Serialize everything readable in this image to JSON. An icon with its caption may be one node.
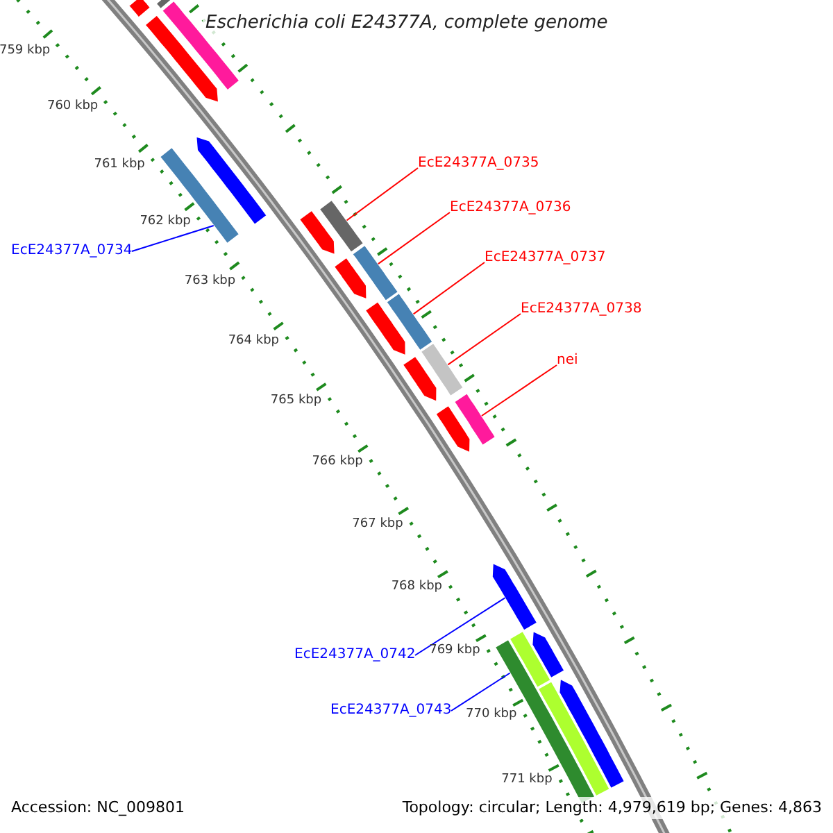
{
  "diagram": {
    "title": "Escherichia coli E24377A, complete genome",
    "nodes": [
      {
        "text": [
          "EcE24377A_0735"
        ]
      },
      {
        "text": [
          "EcE24377A_0736"
        ]
      },
      {
        "text": [
          "EcE24377A_0734"
        ]
      },
      {
        "text": [
          "EcE24377A_0737"
        ]
      },
      {
        "text": [
          "EcE24377A_0738"
        ]
      },
      {
        "text": [
          "nei"
        ]
      },
      {
        "text": [
          "EcE24377A_0742"
        ]
      },
      {
        "text": [
          "EcE24377A_0743"
        ]
      },
      {
        "text": [],
        "shape": "bar"
      },
      {
        "text": [],
        "shape": "bar"
      },
      {
        "text": [],
        "shape": "bar"
      },
      {
        "text": [],
        "shape": "bar"
      },
      {
        "text": [],
        "shape": "bar"
      },
      {
        "text": [],
        "shape": "bar"
      },
      {
        "text": [],
        "shape": "bar"
      },
      {
        "text": [],
        "shape": "bar"
      },
      {
        "text": [],
        "shape": "bar"
      },
      {
        "text": [],
        "shape": "bar"
      },
      {
        "text": [],
        "shape": "bar"
      },
      {
        "text": [],
        "shape": "bar"
      },
      {
        "text": [],
        "shape": "bar"
      },
      {
        "text": [],
        "shape": "bar"
      },
      {
        "text": [],
        "shape": "bar"
      },
      {
        "text": [],
        "shape": "bar"
      },
      {
        "text": [],
        "shape": "bar"
      },
      {
        "text": [],
        "shape": "bar"
      },
      {
        "text": [],
        "shape": "bar"
      },
      {
        "text": [],
        "shape": "bar"
      },
      {
        "text": [],
        "shape": "bar"
      },
      {
        "text": [],
        "shape": "bar"
      }
    ],
    "edges": [
      {
        "from": 0,
        "to": 15,
        "arrow": "none"
      },
      {
        "from": 1,
        "to": 17,
        "arrow": "none"
      },
      {
        "from": 2,
        "to": 12,
        "arrow": "none",
        "color": "#0000ff"
      },
      {
        "from": 3,
        "to": 19,
        "arrow": "none"
      },
      {
        "from": 4,
        "to": 21,
        "arrow": "none"
      },
      {
        "from": 5,
        "to": 23,
        "arrow": "none"
      },
      {
        "from": 6,
        "to": 24,
        "arrow": "none",
        "color": "#0000ff"
      },
      {
        "from": 7,
        "to": 26,
        "arrow": "none",
        "color": "#0000ff"
      }
    ],
    "labels": [
      "759 kbp",
      "760 kbp",
      "761 kbp",
      "762 kbp",
      "763 kbp",
      "764 kbp",
      "765 kbp",
      "766 kbp",
      "767 kbp",
      "768 kbp",
      "769 kbp",
      "770 kbp",
      "771 kbp",
      "Accession: NC_009801",
      "Topology: circular; Length: 4,979,619 bp; Genes: 4,863"
    ]
  }
}
